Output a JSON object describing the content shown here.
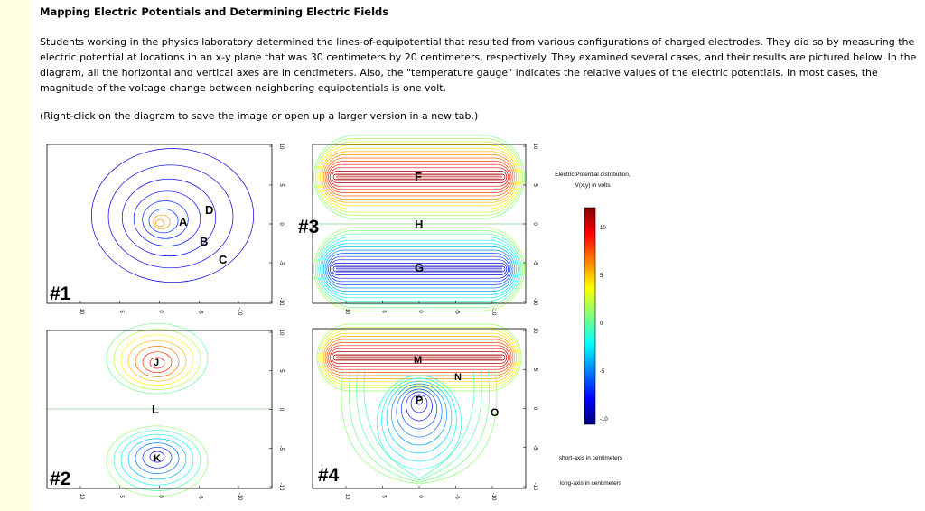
{
  "title": "Mapping Electric Potentials and Determining Electric Fields",
  "intro": "Students working in the physics laboratory determined the lines-of-equipotential that resulted from various configurations of charged electrodes. They did so by measuring the electric potential at locations in an x-y plane that was 30 centimeters by 20 centimeters, respectively. They examined several cases, and their results are pictured below. In the diagram, all the horizontal and vertical axes are in centimeters. Also, the \"temperature gauge\" indicates the relative values of the electric potentials. In most cases, the magnitude of the voltage change between neighboring equipotentials is one volt.",
  "note": "(Right-click on the diagram to save the image or open up a larger version in a new tab.)",
  "figure": {
    "panels": [
      {
        "id": "#1",
        "points": [
          "A",
          "B",
          "C",
          "D"
        ]
      },
      {
        "id": "#2",
        "points": [
          "J",
          "K",
          "L"
        ]
      },
      {
        "id": "#3",
        "points": [
          "F",
          "G",
          "H"
        ]
      },
      {
        "id": "#4",
        "points": [
          "M",
          "N",
          "O",
          "P"
        ]
      }
    ],
    "x_ticks": [
      "10",
      "5",
      "0",
      "-5",
      "-10"
    ],
    "y_ticks": [
      "10",
      "5",
      "0",
      "-5",
      "-10"
    ],
    "colorbar": {
      "title_line1": "Electric Potential distribution,",
      "title_line2": "V(x,y) in volts",
      "ticks": [
        "10",
        "5",
        "0",
        "-5",
        "-10"
      ],
      "xlabel1": "short-axis in centimeters",
      "xlabel2": "long-axis in centimeters"
    }
  }
}
